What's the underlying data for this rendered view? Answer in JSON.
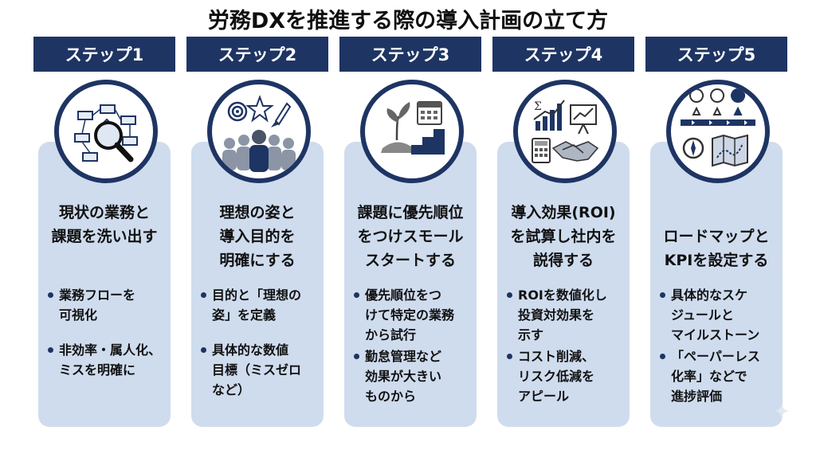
{
  "title": "労務DXを推進する際の導入計画の立て方",
  "colors": {
    "header": "#1e3463",
    "card": "#cfdcee",
    "accent": "#1e3463"
  },
  "steps": [
    {
      "label": "ステップ1",
      "icon": "flowchart-magnifier-icon",
      "heading": [
        "現状の業務と",
        "課題を洗い出す"
      ],
      "bullets": [
        [
          "業務フローを",
          "可視化"
        ],
        [
          "非効率・属人化、",
          "ミスを明確に"
        ]
      ]
    },
    {
      "label": "ステップ2",
      "icon": "team-goal-icon",
      "heading": [
        "理想の姿と",
        "導入目的を",
        "明確にする"
      ],
      "bullets": [
        [
          "目的と「理想の",
          "姿」を定義"
        ],
        [
          "具体的な数値",
          "目標（ミスゼロ",
          "など）"
        ]
      ]
    },
    {
      "label": "ステップ3",
      "icon": "plant-steps-calendar-icon",
      "heading": [
        "課題に優先順位",
        "をつけスモール",
        "スタートする"
      ],
      "bullets": [
        [
          "優先順位をつ",
          "けて特定の業務",
          "から試行"
        ],
        [
          "勤怠管理など",
          "効果が大きい",
          "ものから"
        ]
      ]
    },
    {
      "label": "ステップ4",
      "icon": "roi-chart-handshake-icon",
      "heading": [
        "導入効果(ROI)",
        "を試算し社内を",
        "説得する"
      ],
      "bullets": [
        [
          "ROIを数値化し",
          "投資対効果を",
          "示す"
        ],
        [
          "コスト削減、",
          "リスク低減を",
          "アピール"
        ]
      ]
    },
    {
      "label": "ステップ5",
      "icon": "roadmap-milestone-icon",
      "heading": [
        "ロードマップと",
        "KPIを設定する"
      ],
      "bullets": [
        [
          "具体的なスケ",
          "ジュールと",
          "マイルストーン"
        ],
        [
          "「ペーパーレス",
          "化率」などで",
          "進捗評価"
        ]
      ]
    }
  ]
}
